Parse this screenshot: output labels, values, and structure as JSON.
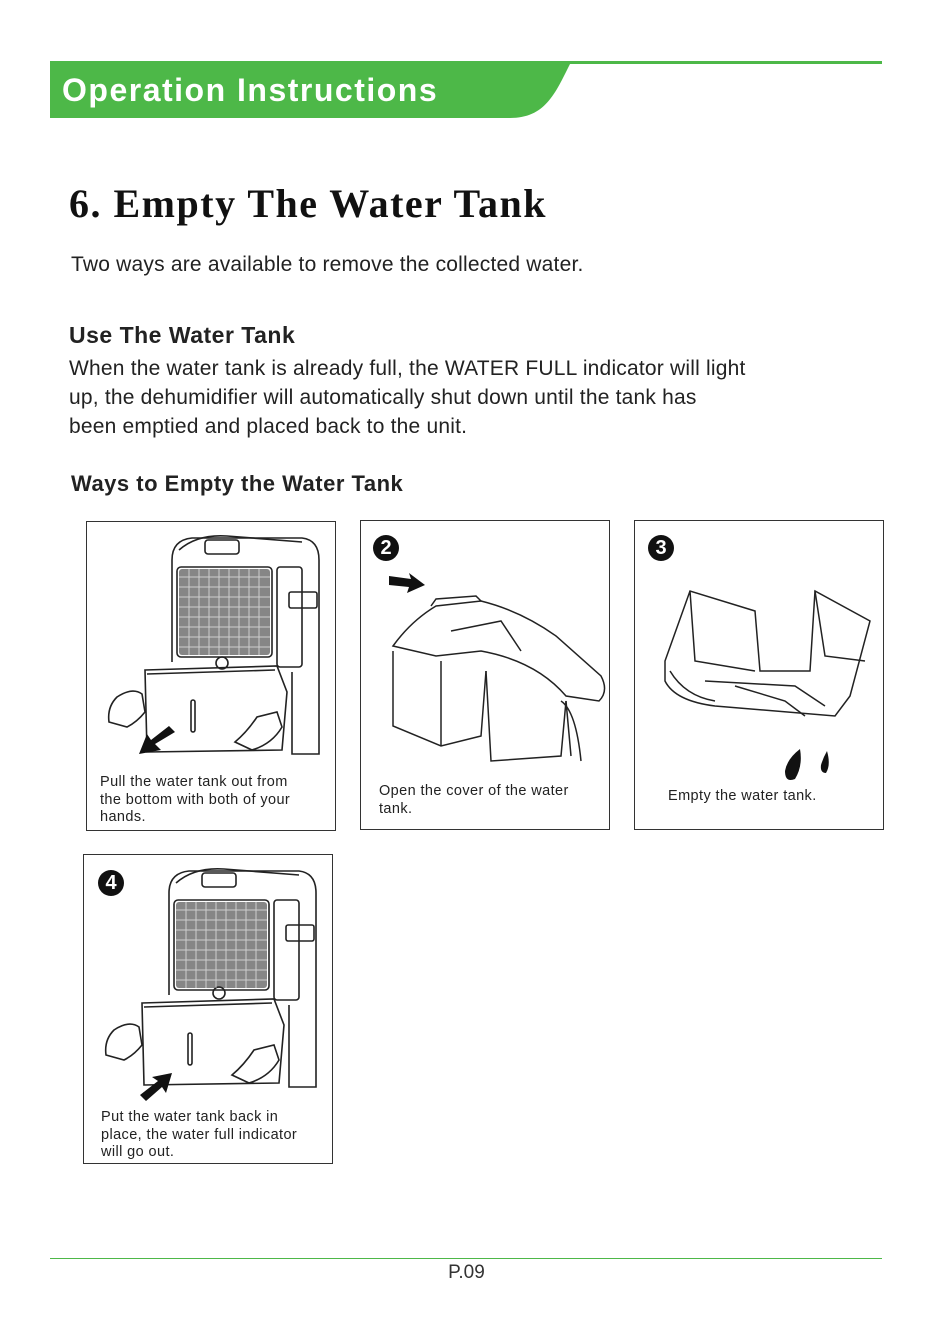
{
  "header": {
    "title": "Operation Instructions",
    "accent_color": "#4db848"
  },
  "section": {
    "title": "6. Empty The Water Tank",
    "intro": "Two ways are available to remove the collected water."
  },
  "use_tank": {
    "heading": "Use The Water Tank",
    "lines": [
      "When the water tank is already full, the WATER FULL indicator will light",
      "up, the dehumidifier will automatically shut down until the tank has",
      "been emptied and placed back to the unit."
    ]
  },
  "ways": {
    "heading": "Ways to Empty the Water Tank",
    "steps": [
      {
        "number": "",
        "illustration": "dehumidifier-tank-pull-icon",
        "caption": [
          "Pull the water tank out from",
          "the bottom with both of your",
          "hands."
        ]
      },
      {
        "number": "2",
        "illustration": "tank-open-cover-icon",
        "caption": [
          "Open the cover of the water",
          "tank."
        ]
      },
      {
        "number": "3",
        "illustration": "tank-empty-icon",
        "caption": [
          "Empty the water tank."
        ]
      },
      {
        "number": "4",
        "illustration": "dehumidifier-tank-push-icon",
        "caption": [
          "Put the water tank back in",
          "place, the water full indicator",
          "will go out."
        ]
      }
    ]
  },
  "footer": {
    "page": "P.09"
  }
}
